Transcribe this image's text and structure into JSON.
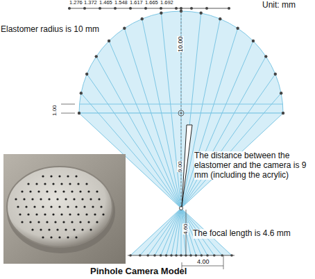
{
  "diagram": {
    "caption": "Pinhole Camera Model",
    "labels": [
      "Unit: mm",
      "1.276",
      "1.372",
      "1.465",
      "1.548",
      "1.617",
      "1.665",
      "1.692",
      "Elastomer radius is 10 mm",
      "10.00",
      "1.00",
      "9.00",
      "The distance between the elastomer and the camera is 9 mm (including the acrylic)",
      "4.60",
      "The focal length is 4.6 mm",
      "4.00"
    ]
  }
}
